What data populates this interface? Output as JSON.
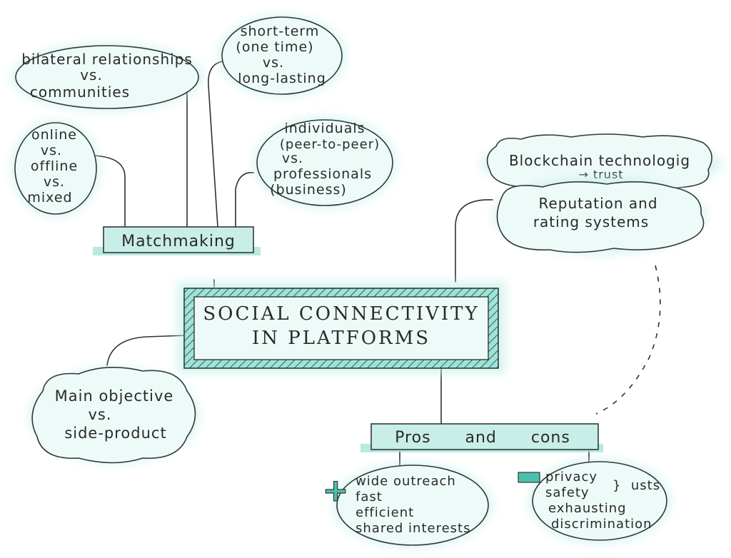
{
  "center": {
    "title_line1": "SOCIAL CONNECTIVITY",
    "title_line2": "IN PLATFORMS"
  },
  "matchmaking": {
    "label": "Matchmaking",
    "bilateral": [
      "bilateral relationships",
      "vs.",
      "communities"
    ],
    "short_term": [
      "short-term",
      "(one time)",
      "vs.",
      "long-lasting"
    ],
    "online": [
      "online",
      "vs.",
      "offline",
      "vs.",
      "mixed"
    ],
    "individuals": [
      "individuals",
      "(peer-to-peer)",
      "vs.",
      "professionals",
      "(business)"
    ]
  },
  "trust": {
    "blockchain": "Blockchain technologig",
    "arrow_trust": "→ trust",
    "reputation": [
      "Reputation   and",
      "rating  systems"
    ]
  },
  "objective": [
    "Main objective",
    "vs.",
    "side-product"
  ],
  "pros_cons": {
    "label": "Pros      and      cons",
    "plus_sign": "+",
    "pros": [
      "wide outreach",
      "fast",
      "efficient",
      "shared interests"
    ],
    "minus_sign": "−",
    "cons": [
      "privacy",
      "safety",
      "exhausting",
      "discrimination"
    ],
    "cons_group": "}  usts"
  },
  "colors": {
    "accent": "#5cc9b8",
    "bubble_fill": "#eefaf8",
    "glow": "#bfeee6"
  }
}
